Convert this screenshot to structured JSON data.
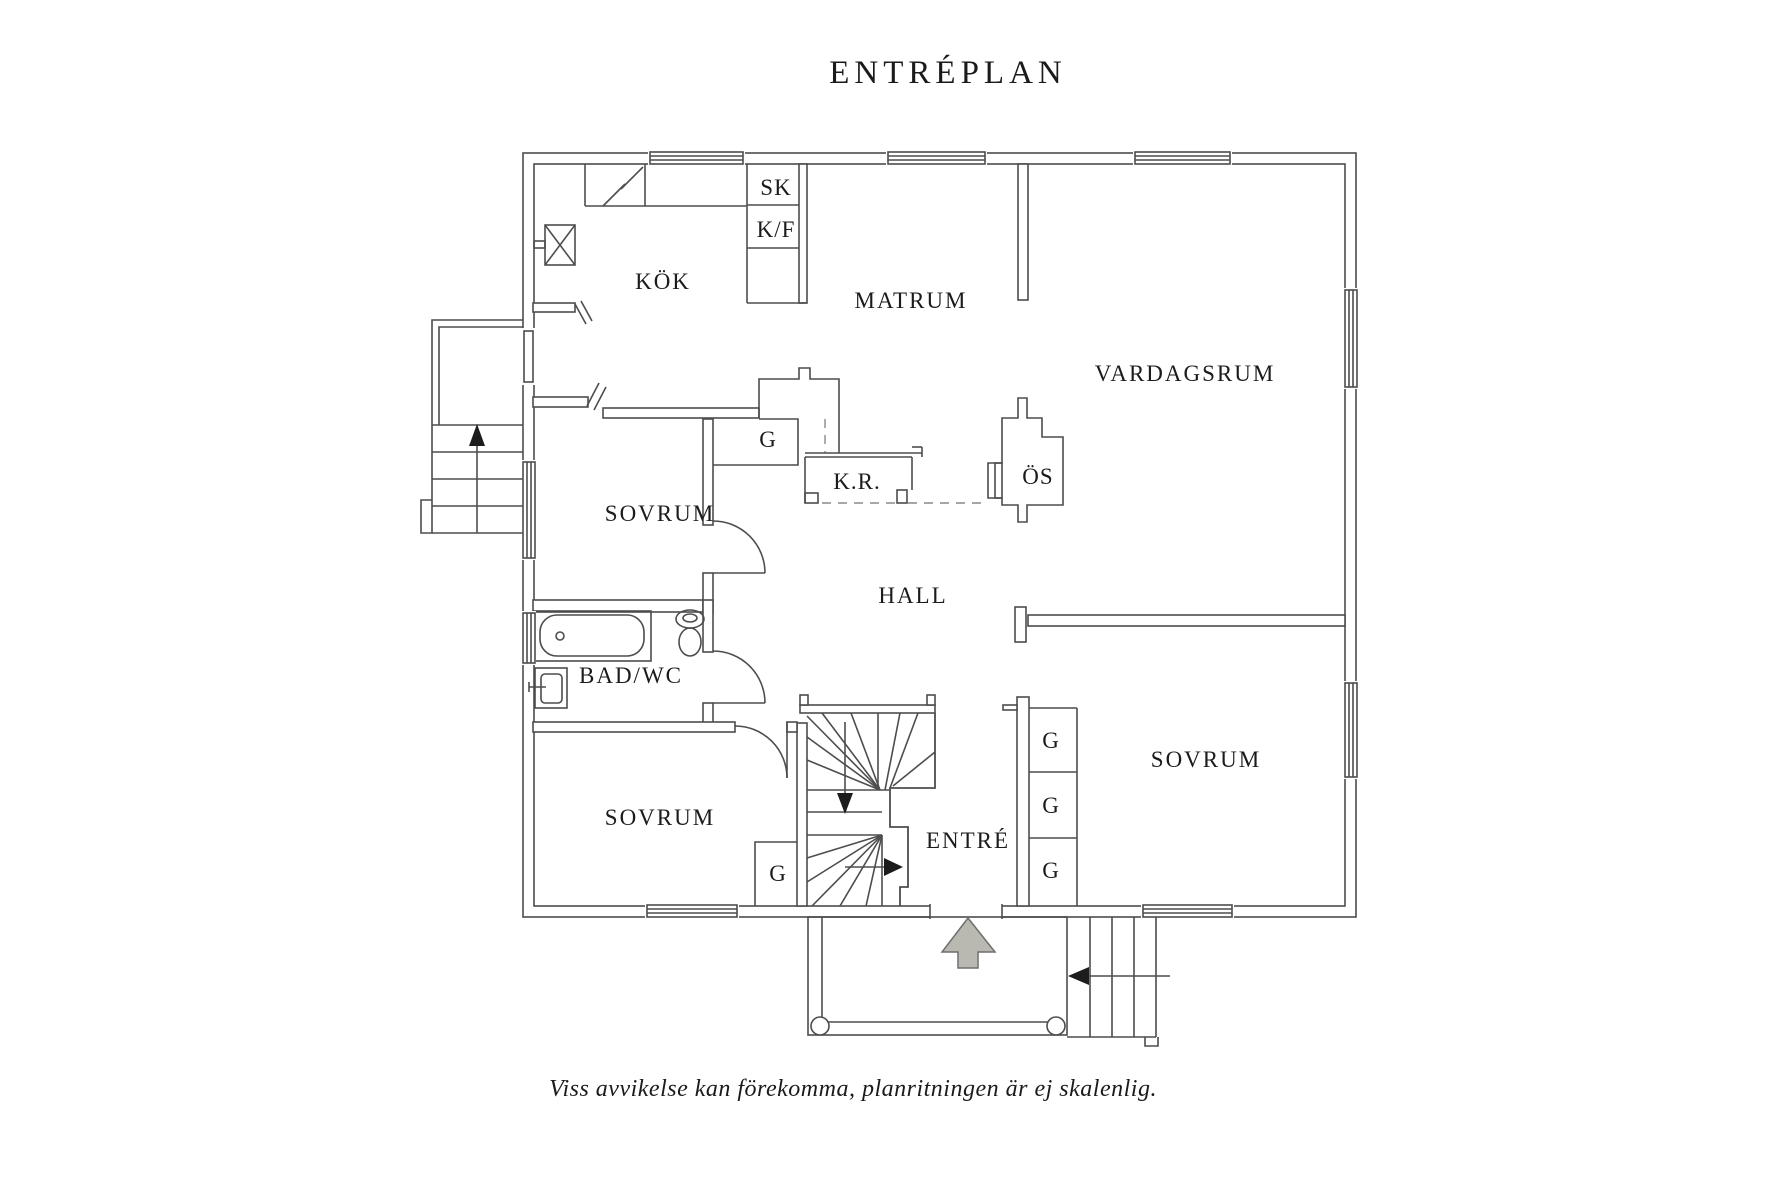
{
  "title": "ENTRÉPLAN",
  "disclaimer": "Viss avvikelse kan förekomma, planritningen är ej skalenlig.",
  "rooms": {
    "kok": "KÖK",
    "matrum": "MATRUM",
    "vardagsrum": "VARDAGSRUM",
    "sovrum_nw": "SOVRUM",
    "sovrum_sw": "SOVRUM",
    "sovrum_se": "SOVRUM",
    "hall": "HALL",
    "badwc": "BAD/WC",
    "entre": "ENTRÉ"
  },
  "fixtures": {
    "sk": "SK",
    "kf": "K/F",
    "kr": "K.R.",
    "os": "ÖS",
    "g_hall": "G",
    "g_sw": "G",
    "g_se_1": "G",
    "g_se_2": "G",
    "g_se_3": "G"
  },
  "colors": {
    "line": "#4d4d4d",
    "arrow_fill": "#b9b9b1",
    "text": "#1b1b1b"
  }
}
